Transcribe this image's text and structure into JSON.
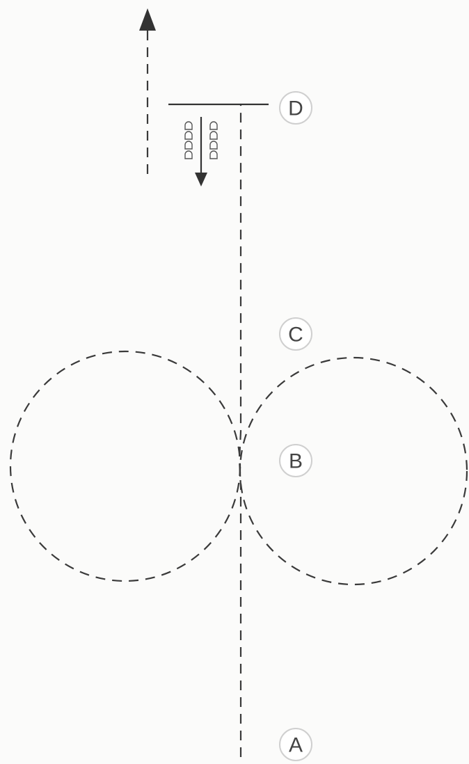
{
  "labels": {
    "a": "A",
    "b": "B",
    "c": "C",
    "d": "D"
  },
  "icons": {
    "outbound_arrow": "arrow-up-icon",
    "inbound_arrow": "arrow-down-icon",
    "crowd": "queue-icon"
  }
}
